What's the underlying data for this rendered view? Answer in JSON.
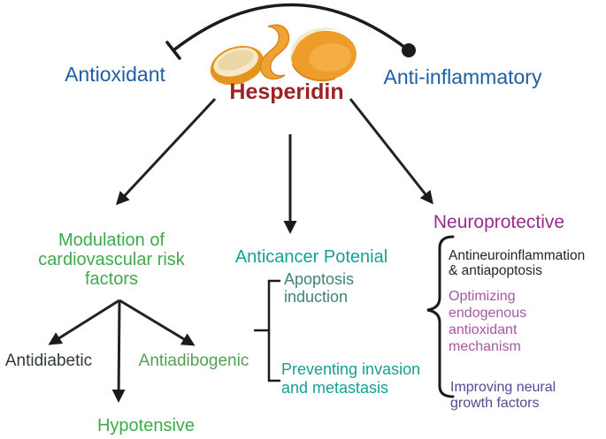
{
  "title": {
    "compound": "Hesperidin"
  },
  "top": {
    "left_label": "Antioxidant",
    "right_label": "Anti-inflammatory",
    "inhibition_end": "t-bar",
    "activation_end": "filled-dot"
  },
  "branches": {
    "cardio": {
      "heading": "Modulation of\ncardiovascular risk\nfactors",
      "children": [
        {
          "label": "Antidiabetic",
          "color": "#2e3b33"
        },
        {
          "label": "Hypotensive",
          "color": "#3faa4b"
        },
        {
          "label": "Antiadibogenic",
          "color": "#55a055"
        }
      ]
    },
    "anticancer": {
      "heading": "Anticancer Potenial",
      "items": [
        {
          "label": "Apoptosis\ninduction",
          "color": "#3e8477"
        },
        {
          "label": "Preventing invasion\nand metastasis",
          "color": "#15a096"
        }
      ]
    },
    "neuro": {
      "heading": "Neuroprotective",
      "items": [
        {
          "label": "Antineuroinflammation\n& antiapoptosis",
          "color": "#252525"
        },
        {
          "label": "Optimizing\nendogenous\nantioxidant\nmechanism",
          "color": "#a858a1"
        },
        {
          "label": "Improving neural\ngrowth factors",
          "color": "#4f4b98"
        }
      ]
    }
  },
  "icons": [
    {
      "name": "orange-peel-illustration"
    },
    {
      "name": "inhibition-bar-icon"
    },
    {
      "name": "activation-dot-icon"
    }
  ],
  "colors": {
    "background": "#ffffff",
    "line": "#1b1b1b",
    "blue_label": "#1f5fa3",
    "compound_red": "#9c2226",
    "cardio_green": "#3faa4b",
    "anticancer_teal": "#15a096",
    "apoptosis_teal": "#3e8477",
    "neuro_magenta": "#982c90",
    "optimizing_orchid": "#a858a1",
    "improving_slate": "#4f4b98",
    "antidiabetic_dark": "#2e3b33",
    "antiadibogenic_green": "#55a055",
    "peel_orange": "#ef9e2b",
    "peel_cream": "#f6e9c8"
  }
}
